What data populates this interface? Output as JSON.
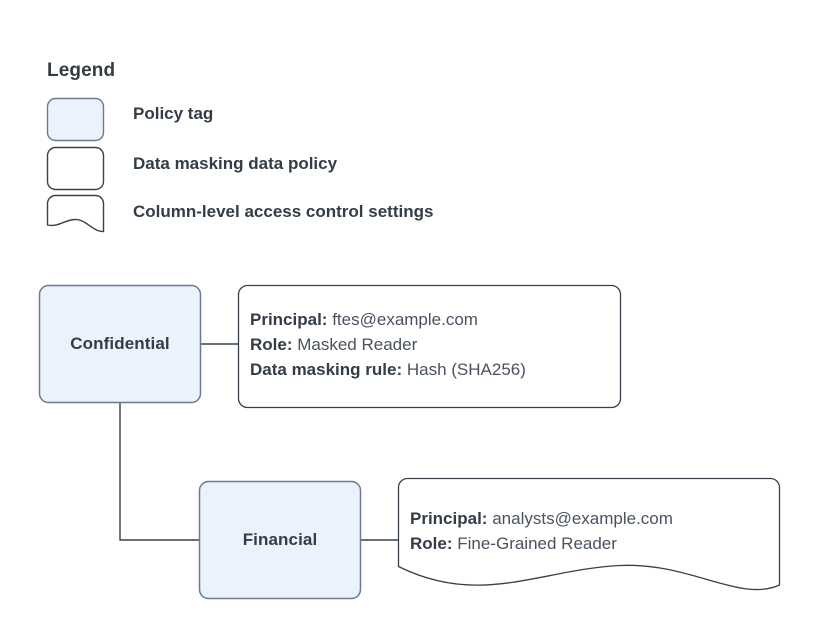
{
  "legend": {
    "title": "Legend",
    "items": [
      {
        "label": "Policy tag",
        "shape": "rounded-rect-filled",
        "fill": "#eaf2fd",
        "stroke": "#6c7a8d"
      },
      {
        "label": "Data masking data policy",
        "shape": "rounded-rect",
        "fill": "#ffffff",
        "stroke": "#39404d"
      },
      {
        "label": "Column-level access control settings",
        "shape": "wavy-bottom-rect",
        "fill": "#ffffff",
        "stroke": "#39404d"
      }
    ]
  },
  "diagram": {
    "nodes": [
      {
        "id": "confidential",
        "label": "Confidential",
        "type": "policy-tag"
      },
      {
        "id": "financial",
        "label": "Financial",
        "type": "policy-tag"
      }
    ],
    "info_boxes": [
      {
        "id": "masking",
        "type": "data-masking-data-policy",
        "rows": [
          {
            "label": "Principal:",
            "value": "ftes@example.com"
          },
          {
            "label": "Role:",
            "value": "Masked Reader"
          },
          {
            "label": "Data masking rule:",
            "value": "Hash (SHA256)"
          }
        ]
      },
      {
        "id": "column",
        "type": "column-level-access-control-settings",
        "rows": [
          {
            "label": "Principal:",
            "value": "analysts@example.com"
          },
          {
            "label": "Role:",
            "value": "Fine-Grained Reader"
          }
        ]
      }
    ],
    "connectors": [
      {
        "from": "confidential",
        "to": "masking"
      },
      {
        "from": "confidential",
        "to": "financial"
      },
      {
        "from": "financial",
        "to": "column"
      }
    ]
  },
  "colors": {
    "tag_fill": "#eaf2fd",
    "tag_stroke": "#6c7a8d",
    "box_stroke": "#39404d",
    "connector": "#39404d",
    "text_strong": "#333c47",
    "text_value": "#4a5260",
    "background": "#ffffff"
  }
}
